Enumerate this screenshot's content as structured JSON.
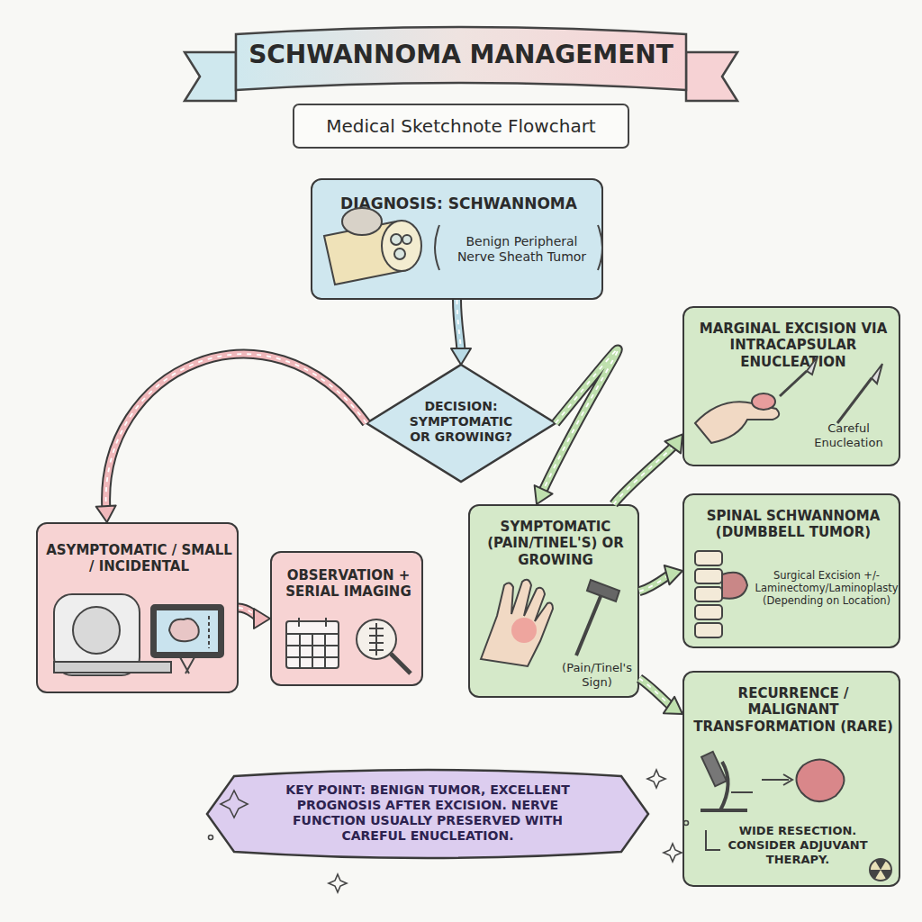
{
  "diagram": {
    "title": "SCHWANNOMA MANAGEMENT",
    "nodes": [
      {
        "text": [
          "DIAGNOSIS: SCHWANNOMA",
          "Benign Peripheral Nerve Sheath Tumor"
        ]
      },
      {
        "text": [
          "DECISION: SYMPTOMATIC OR GROWING?"
        ]
      },
      {
        "text": [
          "ASYMPTOMATIC / SMALL / INCIDENTAL"
        ]
      },
      {
        "text": [
          "OBSERVATION + SERIAL IMAGING"
        ]
      },
      {
        "text": [
          "SYMPTOMATIC (PAIN/TINEL'S) OR GROWING",
          "(Pain/Tinel's Sign)"
        ]
      },
      {
        "text": [
          "MARGINAL EXCISION VIA INTRACAPSULAR ENUCLEATION",
          "Careful Enucleation"
        ]
      },
      {
        "text": [
          "SPINAL SCHWANNOMA (DUMBBELL TUMOR)",
          "Surgical Excision +/- Laminectomy/Laminoplasty (Depending on Location)"
        ]
      },
      {
        "text": [
          "RECURRENCE / MALIGNANT TRANSFORMATION (RARE)",
          "WIDE RESECTION. CONSIDER ADJUVANT THERAPY."
        ]
      },
      {
        "text": [
          "KEY POINT: BENIGN TUMOR, EXCELLENT PROGNOSIS AFTER EXCISION. NERVE FUNCTION USUALLY PRESERVED WITH CAREFUL ENUCLEATION."
        ]
      }
    ],
    "edges": [
      {
        "from": 0,
        "to": 1,
        "arrow": "to"
      },
      {
        "from": 1,
        "to": 2,
        "arrow": "to"
      },
      {
        "from": 1,
        "to": 4,
        "arrow": "to"
      },
      {
        "from": 2,
        "to": 3,
        "arrow": "to"
      },
      {
        "from": 4,
        "to": 5,
        "arrow": "to"
      },
      {
        "from": 4,
        "to": 6,
        "arrow": "to"
      },
      {
        "from": 4,
        "to": 7,
        "arrow": "to"
      }
    ],
    "labels": [
      "Medical Sketchnote Flowchart"
    ]
  }
}
